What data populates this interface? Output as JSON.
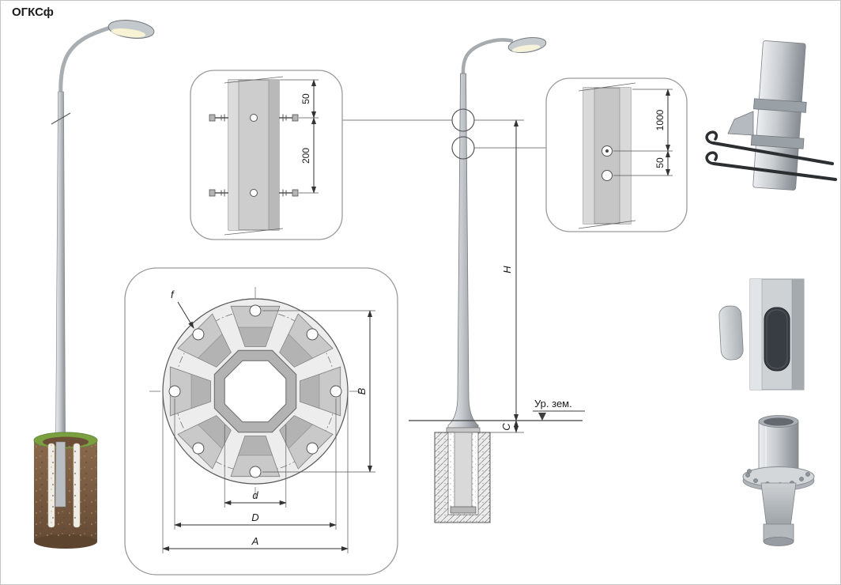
{
  "title": "ОГКСф",
  "top_detail": {
    "dim_top": "50",
    "dim_bottom": "200"
  },
  "right_detail": {
    "dim_top": "1000",
    "dim_bottom": "50"
  },
  "flange_detail": {
    "label_f": "f",
    "label_b": "B",
    "label_d": "d",
    "label_big_d": "D",
    "label_a": "A"
  },
  "elevation": {
    "label_h": "H",
    "label_c": "C",
    "ground_label": "Ур. зем."
  },
  "colors": {
    "background": "#ffffff",
    "line": "#3f3f3f",
    "steel_light": "#eceef0",
    "steel_dark": "#868c91",
    "soil_brown": "#7a5c40",
    "grass_green": "#7ba03f",
    "concrete": "#e9e9e9"
  }
}
